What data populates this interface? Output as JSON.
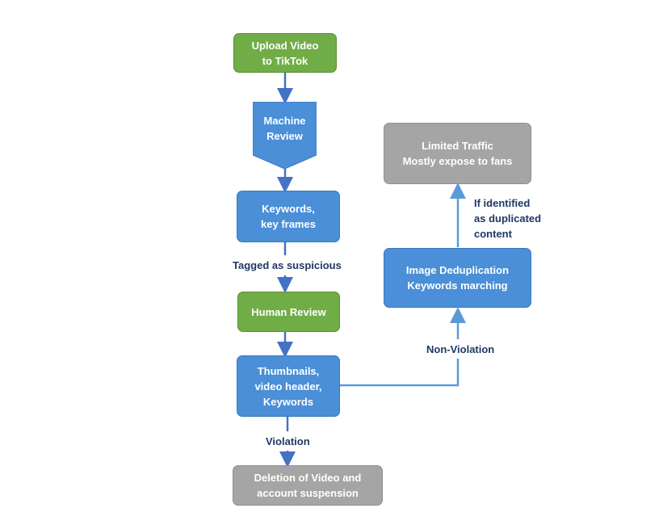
{
  "nodes": {
    "upload": "Upload Video\nto TikTok",
    "machine_review": "Machine\nReview",
    "keywords_frames": "Keywords,\nkey frames",
    "human_review": "Human Review",
    "thumbnails": "Thumbnails,\nvideo header,\nKeywords",
    "deletion": "Deletion of Video and\naccount suspension",
    "dedup": "Image Deduplication\nKeywords marching",
    "limited": "Limited Traffic\nMostly expose to fans"
  },
  "edge_labels": {
    "suspicious": "Tagged as suspicious",
    "violation": "Violation",
    "non_violation": "Non-Violation",
    "duplicated": "If identified\nas duplicated\ncontent"
  },
  "colors": {
    "green": "#70ad47",
    "blue": "#4a8fd7",
    "grey": "#a5a5a5",
    "arrow_dark": "#4472c4",
    "arrow_light": "#5b9bd5",
    "label_text": "#1f3864"
  }
}
